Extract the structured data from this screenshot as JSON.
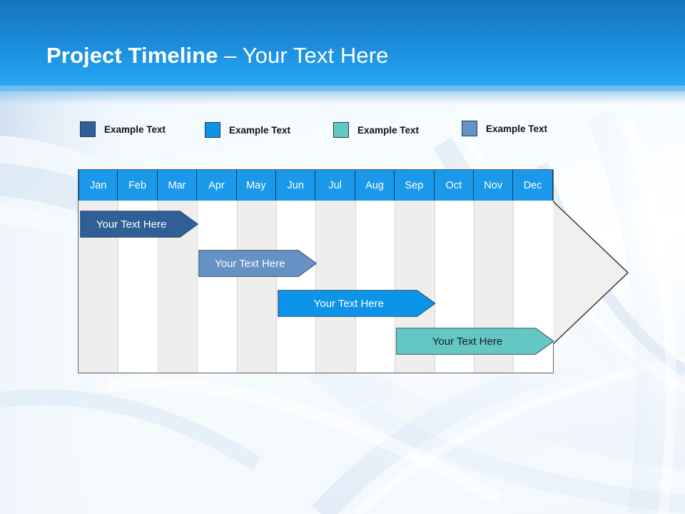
{
  "header": {
    "title_bold": "Project Timeline",
    "title_sep": " – ",
    "title_light": "Your Text Here"
  },
  "legend": {
    "items": [
      {
        "label": "Example Text",
        "color": "#2f5f96"
      },
      {
        "label": "Example Text",
        "color": "#0d93e8"
      },
      {
        "label": "Example Text",
        "color": "#63c8c4"
      },
      {
        "label": "Example Text",
        "color": "#6691c4"
      }
    ]
  },
  "chart_data": {
    "type": "bar",
    "title": "Project Timeline – Your Text Here",
    "xlabel": "",
    "ylabel": "",
    "categories": [
      "Jan",
      "Feb",
      "Mar",
      "Apr",
      "May",
      "Jun",
      "Jul",
      "Aug",
      "Sep",
      "Oct",
      "Nov",
      "Dec"
    ],
    "header_color": "#1a99ea",
    "header_text_color": "#ffffff",
    "stripe_odd_color": "#efeeec",
    "stripe_even_color": "#ffffff",
    "arrow_fill": "#f0efed",
    "arrow_stroke": "#2b2b2b",
    "grid": true,
    "legend_position": "top",
    "series": [
      {
        "name": "Example Text",
        "label": "Your  Text Here",
        "color": "#2f5f96",
        "text_color": "#ffffff",
        "start_month": 1,
        "end_month": 4,
        "row": 1
      },
      {
        "name": "Example Text",
        "label": "Your  Text Here",
        "color": "#6691c4",
        "text_color": "#ffffff",
        "start_month": 4,
        "end_month": 7,
        "row": 2
      },
      {
        "name": "Example Text",
        "label": "Your  Text Here",
        "color": "#0d93e8",
        "text_color": "#ffffff",
        "start_month": 6,
        "end_month": 10,
        "row": 3
      },
      {
        "name": "Example Text",
        "label": "Your  Text Here",
        "color": "#63c8c4",
        "text_color": "#1a1a1a",
        "start_month": 9,
        "end_month": 13,
        "row": 4
      }
    ]
  }
}
